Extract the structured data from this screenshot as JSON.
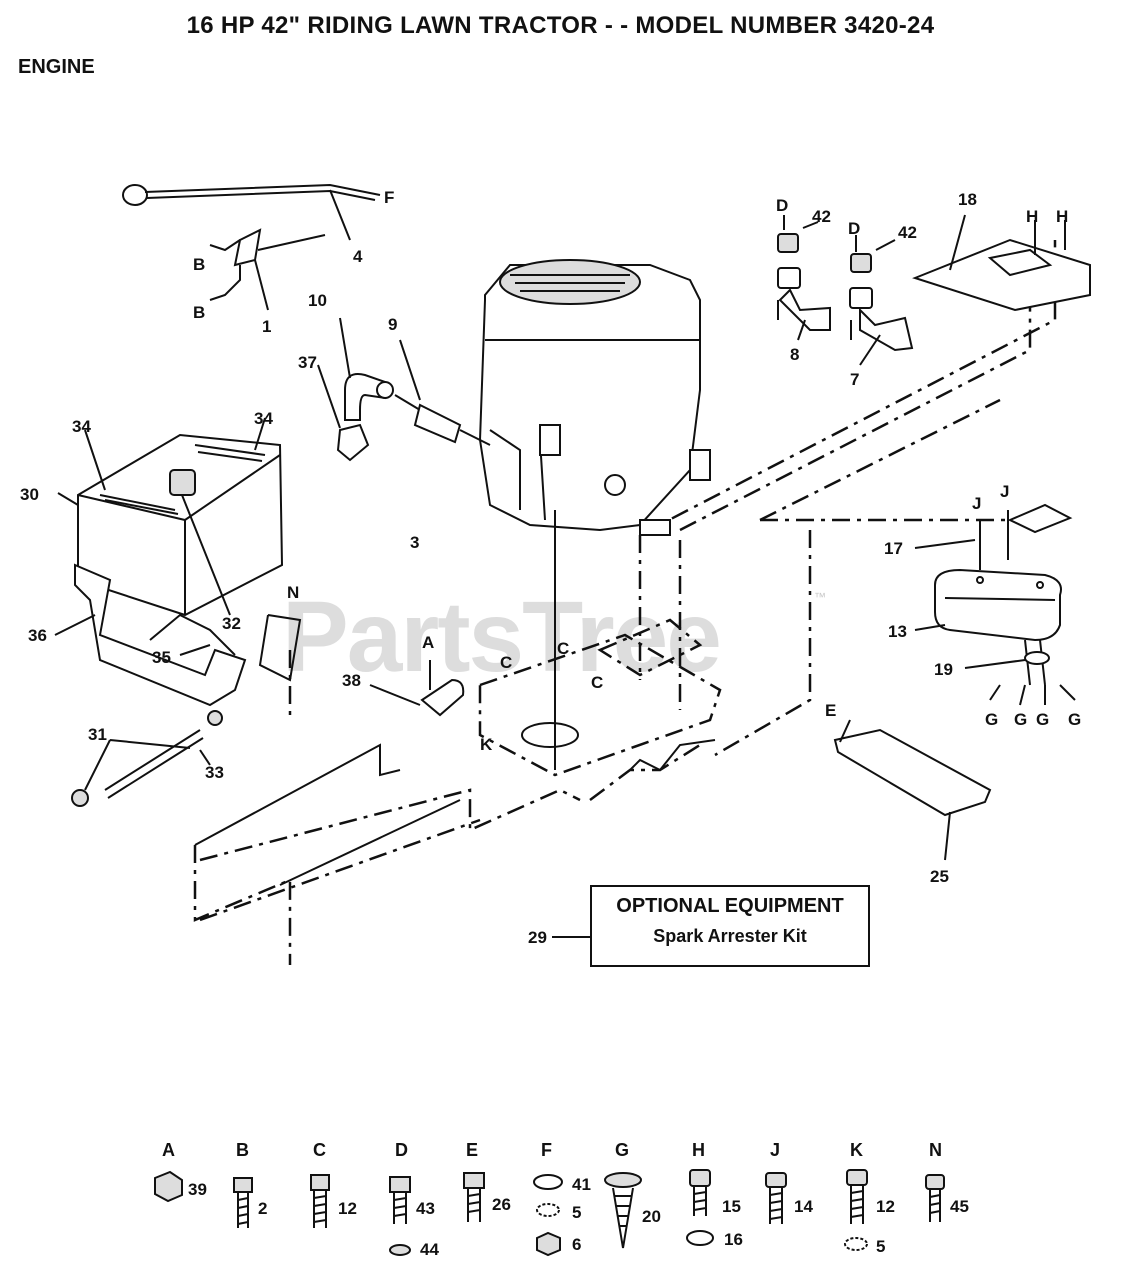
{
  "title": "16 HP 42\" RIDING LAWN TRACTOR - - MODEL NUMBER 3420-24",
  "section": "ENGINE",
  "watermark": "PartsTree",
  "watermark_tm": "™",
  "optional_equipment": {
    "title": "OPTIONAL EQUIPMENT",
    "subtitle": "Spark Arrester Kit",
    "callout": "29"
  },
  "callouts": {
    "c1": "1",
    "c3": "3",
    "c4": "4",
    "c7": "7",
    "c8": "8",
    "c9": "9",
    "c10": "10",
    "c13": "13",
    "c17": "17",
    "c18": "18",
    "c19": "19",
    "c25": "25",
    "c30": "30",
    "c31": "31",
    "c32": "32",
    "c33": "33",
    "c34a": "34",
    "c34b": "34",
    "c35": "35",
    "c36": "36",
    "c37": "37",
    "c38": "38",
    "c42a": "42",
    "c42b": "42"
  },
  "reference_letters": {
    "F": "F",
    "B1": "B",
    "B2": "B",
    "D1": "D",
    "D2": "D",
    "H1": "H",
    "H2": "H",
    "J1": "J",
    "J2": "J",
    "N": "N",
    "A": "A",
    "C1": "C",
    "C2": "C",
    "C3": "C",
    "K": "K",
    "E": "E",
    "G1": "G",
    "G2": "G",
    "G3": "G",
    "G4": "G"
  },
  "hardware_key": [
    {
      "letter": "A",
      "parts": [
        "39"
      ]
    },
    {
      "letter": "B",
      "parts": [
        "2"
      ]
    },
    {
      "letter": "C",
      "parts": [
        "12"
      ]
    },
    {
      "letter": "D",
      "parts": [
        "43",
        "44"
      ]
    },
    {
      "letter": "E",
      "parts": [
        "26"
      ]
    },
    {
      "letter": "F",
      "parts": [
        "41",
        "5",
        "6"
      ]
    },
    {
      "letter": "G",
      "parts": [
        "20"
      ]
    },
    {
      "letter": "H",
      "parts": [
        "15",
        "16"
      ]
    },
    {
      "letter": "J",
      "parts": [
        "14"
      ]
    },
    {
      "letter": "K",
      "parts": [
        "12",
        "5"
      ]
    },
    {
      "letter": "N",
      "parts": [
        "45"
      ]
    }
  ]
}
